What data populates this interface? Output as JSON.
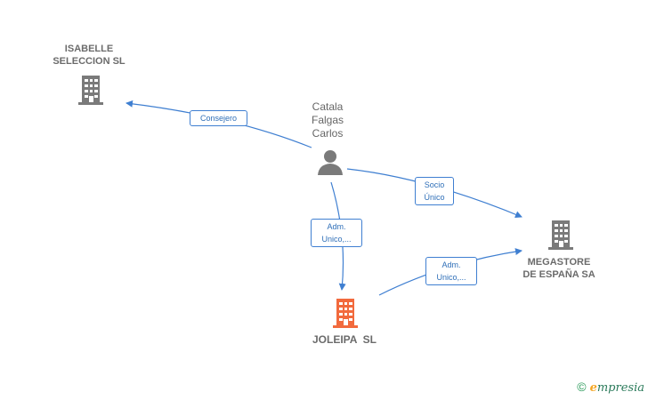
{
  "nodes": {
    "isabelle": {
      "label_line1": "ISABELLE",
      "label_line2": "SELECCION SL",
      "icon": "building-icon",
      "color": "#7a7a7a"
    },
    "catala": {
      "label_line1": "Catala",
      "label_line2": "Falgas",
      "label_line3": "Carlos",
      "icon": "person-icon",
      "color": "#7a7a7a"
    },
    "megastore": {
      "label_line1": "MEGASTORE",
      "label_line2": "DE ESPAÑA SA",
      "icon": "building-icon",
      "color": "#7a7a7a"
    },
    "joleipa": {
      "label": "JOLEIPA  SL",
      "icon": "building-icon",
      "color": "#f26a3d"
    }
  },
  "edges": {
    "consejero": {
      "label": "Consejero"
    },
    "socio_unico": {
      "label_line1": "Socio",
      "label_line2": "Único"
    },
    "adm_joleipa": {
      "label_line1": "Adm.",
      "label_line2": "Unico,..."
    },
    "adm_megastore": {
      "label_line1": "Adm.",
      "label_line2": "Unico,..."
    }
  },
  "colors": {
    "edge": "#3f7fd1",
    "focus": "#f26a3d",
    "node": "#7a7a7a"
  },
  "brand": {
    "copyright": "©",
    "name_first": "e",
    "name_rest": "mpresia"
  }
}
